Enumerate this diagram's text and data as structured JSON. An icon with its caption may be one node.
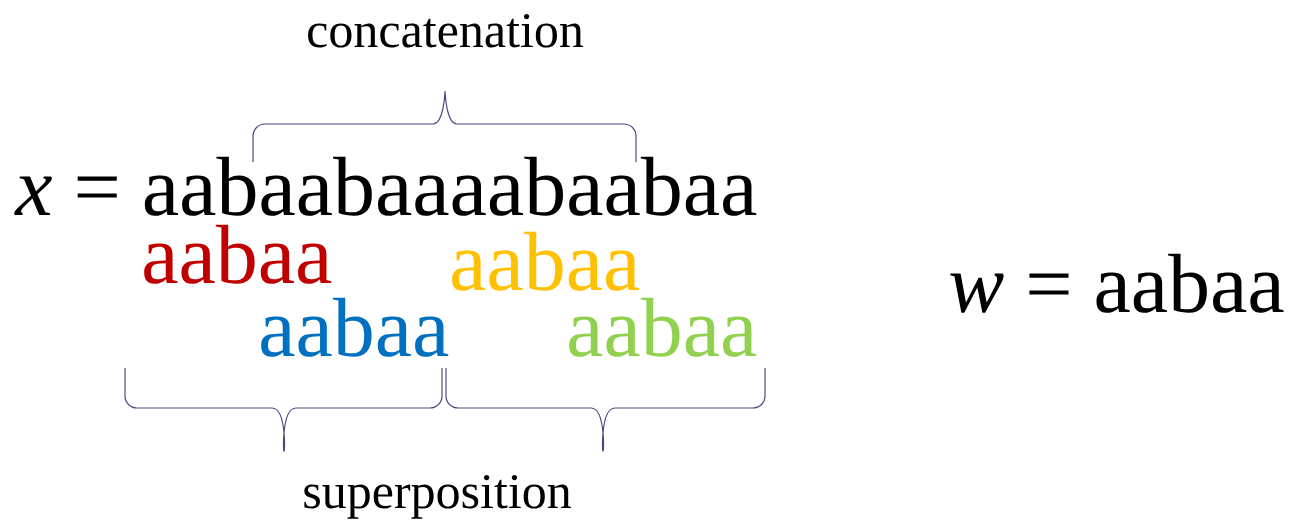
{
  "diagram": {
    "labels": [
      "concatenation",
      "*x* = aabaabaaaabaabaa",
      "aabaa",
      "aabaa",
      "aabaa",
      "aabaa",
      "*w* = aabaa",
      "superposition"
    ]
  }
}
